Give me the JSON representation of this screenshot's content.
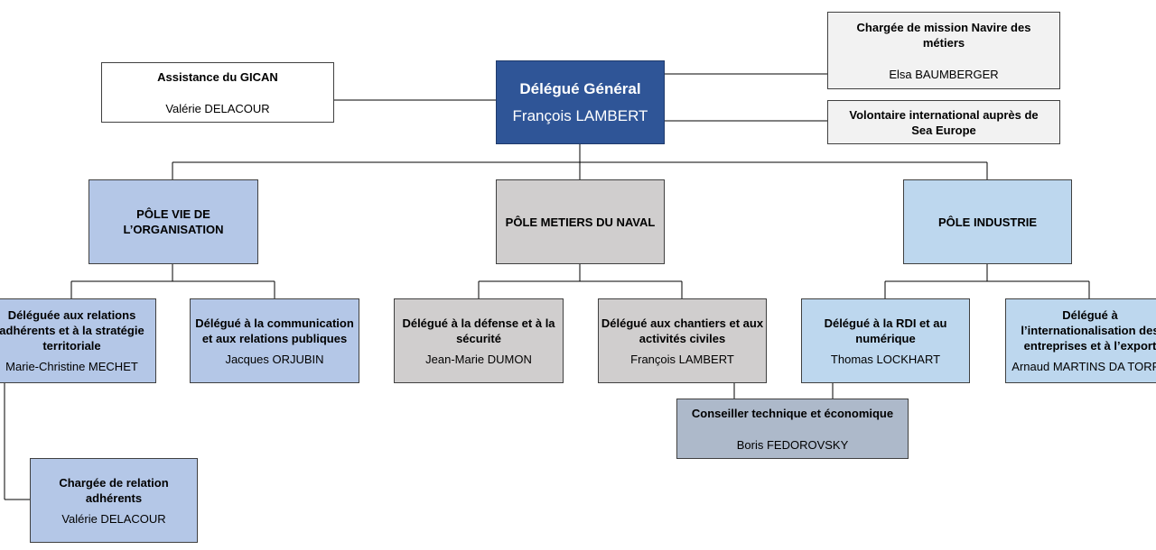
{
  "chart": {
    "general": {
      "title": "Délégué Général",
      "name": "François LAMBERT"
    },
    "assistance": {
      "title": "Assistance du GICAN",
      "name": "Valérie DELACOUR"
    },
    "mission_navire": {
      "title_line1": "Chargée de mission Navire des",
      "title_line2": "métiers",
      "name": "Elsa BAUMBERGER"
    },
    "volontaire": {
      "title_line1": "Volontaire international auprès de",
      "title_line2": "Sea Europe"
    },
    "pole_org": {
      "title_line1": "PÔLE VIE DE",
      "title_line2": "L’ORGANISATION"
    },
    "pole_naval": {
      "title": "PÔLE METIERS DU NAVAL"
    },
    "pole_industrie": {
      "title": "PÔLE INDUSTRIE"
    },
    "relations_adherents": {
      "title_line1": "Déléguée aux relations",
      "title_line2": "adhérents et à la stratégie",
      "title_line3": "territoriale",
      "name": "Marie-Christine MECHET"
    },
    "communication": {
      "title_line1": "Délégué à la communication",
      "title_line2": "et aux relations publiques",
      "name": "Jacques ORJUBIN"
    },
    "defense": {
      "title_line1": "Délégué à la défense et à la",
      "title_line2": "sécurité",
      "name": "Jean-Marie DUMON"
    },
    "chantiers": {
      "title_line1": "Délégué aux chantiers et aux",
      "title_line2": "activités civiles",
      "name": "François LAMBERT"
    },
    "rdi": {
      "title_line1": "Délégué à la RDI et au",
      "title_line2": "numérique",
      "name": "Thomas LOCKHART"
    },
    "international": {
      "title_line1": "Délégué à",
      "title_line2": "l’internationalisation des",
      "title_line3": "entreprises et à l’export",
      "name": "Arnaud MARTINS DA TORRE"
    },
    "conseiller": {
      "title": "Conseiller technique et économique",
      "name": "Boris FEDOROVSKY"
    },
    "charge_relation": {
      "title_line1": "Chargée de relation",
      "title_line2": "adhérents",
      "name": "Valérie DELACOUR"
    }
  }
}
